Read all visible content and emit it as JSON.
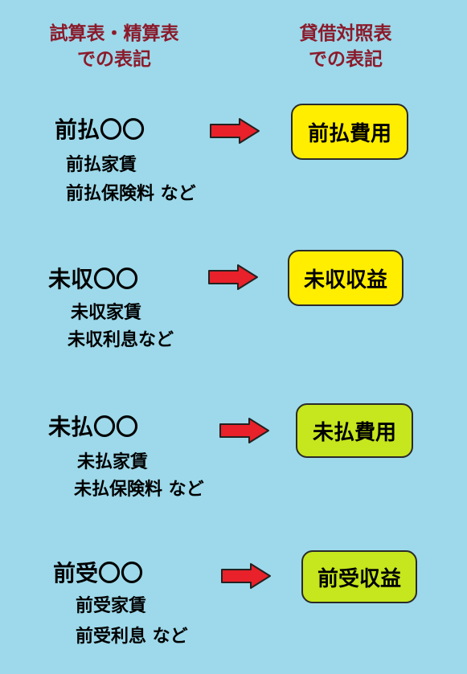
{
  "header": {
    "left_line1": "試算表・精算表",
    "left_line2": "での表記",
    "right_line1": "貸借対照表",
    "right_line2": "での表記"
  },
  "rows": [
    {
      "title": "前払〇〇",
      "examples": [
        "前払家賃",
        "前払保険料 など"
      ],
      "result": "前払費用",
      "result_color": "#ffee00"
    },
    {
      "title": "未収〇〇",
      "examples": [
        "未収家賃",
        "未収利息など"
      ],
      "result": "未収収益",
      "result_color": "#ffee00"
    },
    {
      "title": "未払〇〇",
      "examples": [
        "未払家賃",
        "未払保険料 など"
      ],
      "result": "未払費用",
      "result_color": "#c6e61e"
    },
    {
      "title": "前受〇〇",
      "examples": [
        "前受家賃",
        "前受利息 など"
      ],
      "result": "前受収益",
      "result_color": "#c6e61e"
    }
  ],
  "colors": {
    "background": "#9dd9ea",
    "header_text": "#8b1a2b",
    "arrow": "#e8212a"
  },
  "icons": {
    "arrow": "right-arrow-icon"
  }
}
